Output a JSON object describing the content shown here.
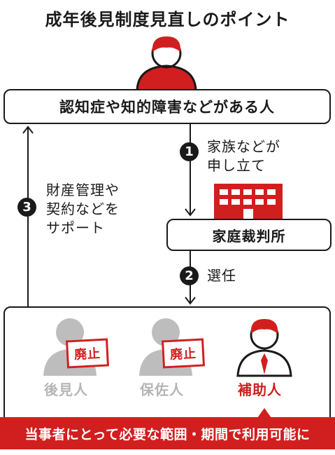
{
  "title": "成年後見制度見直しのポイント",
  "person": {
    "label": "認知症や知的障害などがある人"
  },
  "court": {
    "label": "家庭裁判所"
  },
  "steps": [
    {
      "number": "1",
      "text_line1": "家族などが",
      "text_line2": "申し立て"
    },
    {
      "number": "2",
      "text_line1": "選任"
    },
    {
      "number": "3",
      "text_line1": "財産管理や",
      "text_line2": "契約などを",
      "text_line3": "サポート"
    }
  ],
  "roles": [
    {
      "label": "後見人",
      "status": "廃止"
    },
    {
      "label": "保佐人",
      "status": "廃止"
    },
    {
      "label": "補助人"
    }
  ],
  "banner": "当事者にとって必要な範囲・期間で利用可能に",
  "colors": {
    "accent": "#d11f1f",
    "ink": "#1a1a1a",
    "gray": "#bdbdbd"
  }
}
